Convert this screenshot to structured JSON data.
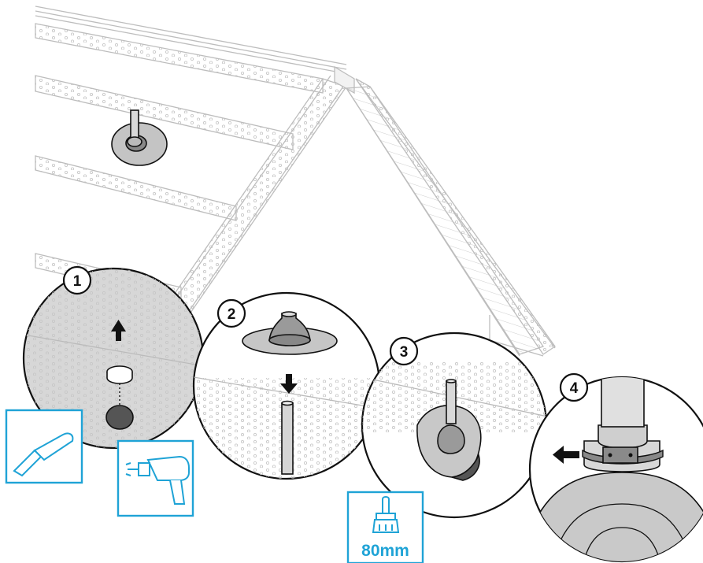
{
  "steps": [
    {
      "number": "1"
    },
    {
      "number": "2"
    },
    {
      "number": "3"
    },
    {
      "number": "4"
    }
  ],
  "tools": {
    "knife": {
      "icon": "utility-knife-icon"
    },
    "heat_gun": {
      "icon": "heat-gun-icon"
    },
    "brush": {
      "icon": "paint-brush-icon",
      "label": "80mm"
    }
  },
  "colors": {
    "accent": "#1fa3d6",
    "outline": "#111111",
    "roof_line": "#bdbdbd",
    "membrane": "#d4d4d4",
    "shade": "#a9a9a9"
  }
}
